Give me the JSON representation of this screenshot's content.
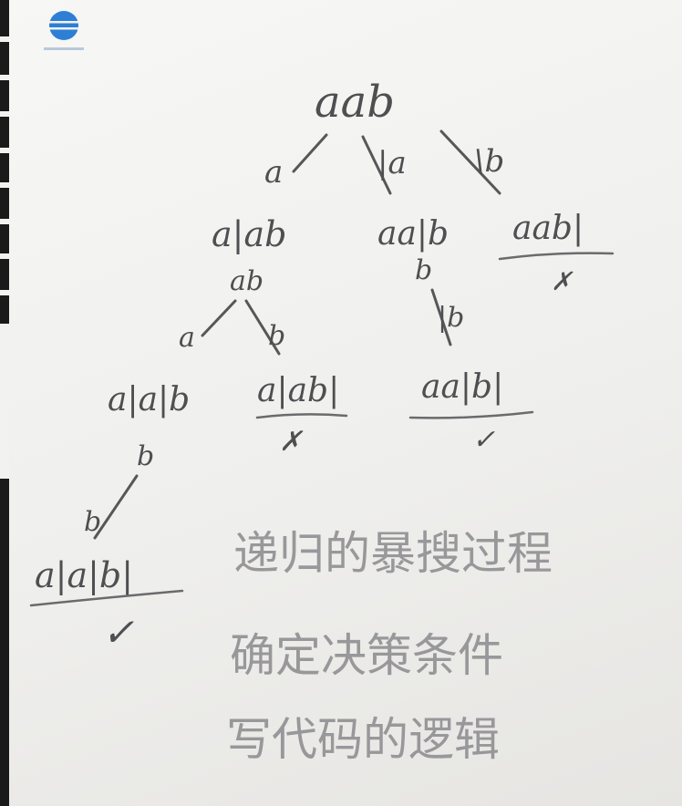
{
  "tree": {
    "root": "aab",
    "edges": {
      "root_left": "a",
      "root_mid": "|a",
      "root_right": "\\b",
      "n1_left": "a",
      "n1_right": "b",
      "n2_down": "|b",
      "n3_down": "b"
    },
    "nodes": {
      "n1": "a|ab",
      "n1_sub": "ab",
      "n2": "aa|b",
      "n2_sub": "b",
      "n_root_right": "aab|",
      "n_root_right_mark": "✗",
      "n3": "a|a|b",
      "n3_sub": "b",
      "n4": "a|ab|",
      "n4_mark": "✗",
      "n5": "aa|b|",
      "n5_mark": "✓",
      "n6": "a|a|b|",
      "n6_mark": "✓"
    }
  },
  "note": {
    "line1": "递归的暴搜过程",
    "line2": "确定决策条件",
    "line3": "写代码的逻辑"
  },
  "colors": {
    "ink": "#4f4f52",
    "board": "#f3f2ef",
    "logo": "#2d7fd6"
  },
  "icons": {
    "logo": "blue-sphere-logo"
  }
}
